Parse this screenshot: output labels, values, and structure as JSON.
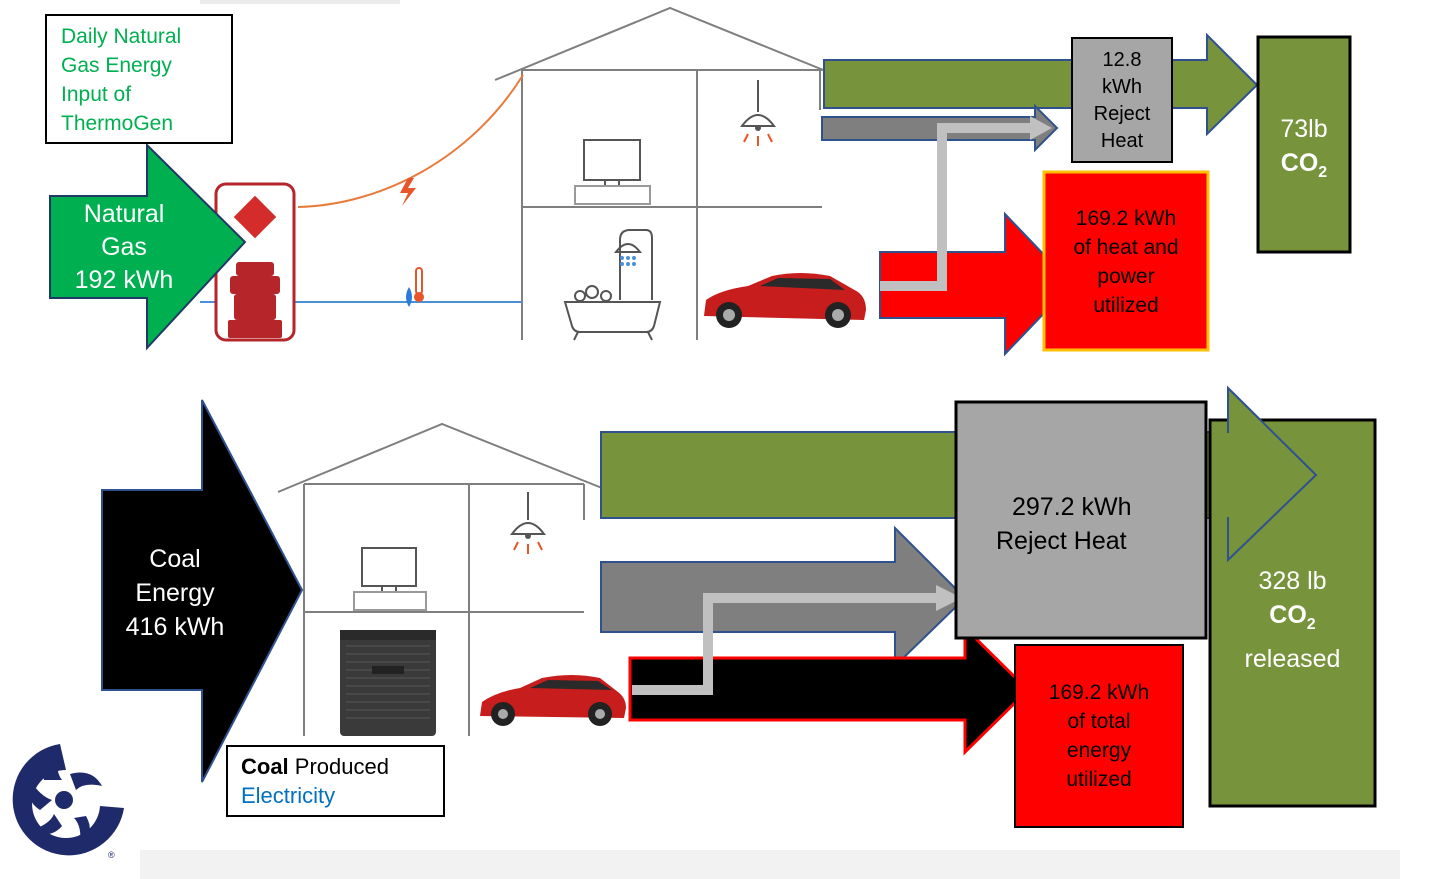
{
  "top": {
    "caption_lines": [
      "Daily Natural",
      "Gas Energy",
      "Input of",
      "ThermoGen"
    ],
    "input_arrow": {
      "lines": [
        "Natural",
        "Gas",
        "192 kWh"
      ]
    },
    "reject_box": {
      "lines": [
        "12.8",
        "kWh",
        "Reject",
        "Heat"
      ]
    },
    "utilized_box": {
      "lines": [
        "169.2 kWh",
        "of heat and",
        "power",
        "utilized"
      ]
    },
    "co2_box": {
      "amount": "73lb",
      "co": "CO",
      "sub": "2"
    }
  },
  "bottom": {
    "input_arrow": {
      "lines": [
        "Coal",
        "Energy",
        "416 kWh"
      ]
    },
    "caption": {
      "bold": "Coal",
      "rest": " Produced",
      "line2": "Electricity"
    },
    "reject_box": {
      "lines": [
        "297.2 kWh",
        "Reject Heat"
      ]
    },
    "utilized_box": {
      "lines": [
        "169.2 kWh",
        "of total",
        "energy",
        "utilized"
      ]
    },
    "co2_box": {
      "amount": "328 lb",
      "co": "CO",
      "sub": "2",
      "after": "released"
    }
  },
  "colors": {
    "green_arrow": "#00b050",
    "olive": "#77933c",
    "gray_box": "#a6a6a6",
    "gray_arrow": "#7f7f7f",
    "red": "#ff0000",
    "black": "#000000",
    "navy": "#1f2a6b",
    "electricity_blue": "#0070c0",
    "caption_green": "#00b050"
  },
  "icons": [
    "house-icon",
    "tv-icon",
    "lamp-icon",
    "shower-icon",
    "bathtub-icon",
    "car-icon",
    "generator-icon",
    "lightning-icon",
    "thermometer-icon",
    "ac-unit-icon",
    "company-logo-icon"
  ]
}
